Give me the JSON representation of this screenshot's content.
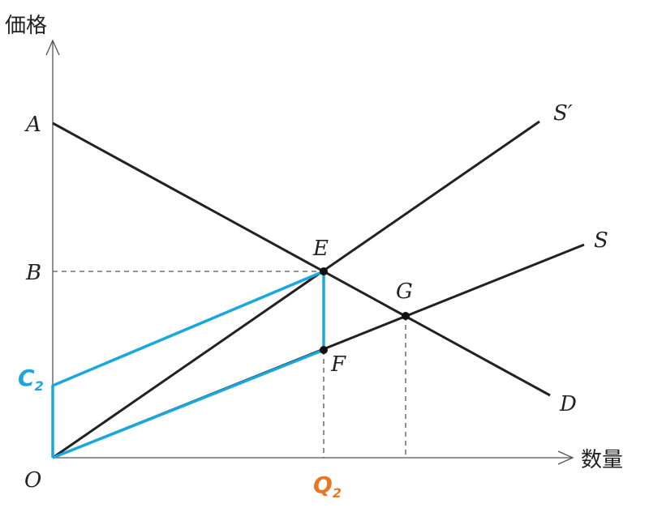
{
  "axes": {
    "y_label": "価格",
    "x_label": "数量",
    "origin_label": "O"
  },
  "points": {
    "A": "A",
    "B": "B",
    "E": "E",
    "F": "F",
    "G": "G"
  },
  "curves": {
    "S_prime": "S′",
    "S": "S",
    "D": "D"
  },
  "highlight": {
    "c2_main": "C",
    "c2_sub": "2",
    "q2_main": "Q",
    "q2_sub": "2"
  },
  "colors": {
    "cyan": "#1aa8dc",
    "orange": "#e87722",
    "line": "#222222"
  }
}
